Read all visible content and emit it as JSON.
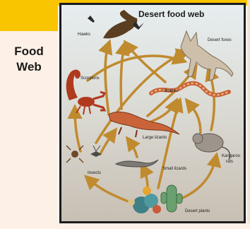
{
  "sidebar": {
    "title_line1": "Food",
    "title_line2": "Web"
  },
  "diagram": {
    "title": "Desert food web",
    "labels": {
      "hawks": "Hawks",
      "desert_foxes": "Desert foxes",
      "scorpions": "Scorpions",
      "snakes": "Snakes",
      "large_lizards": "Large lizards",
      "insects": "Insects",
      "small_lizards": "Small lizards",
      "kangaroo_rats_line1": "Kangaroo",
      "kangaroo_rats_line2": "rats",
      "desert_plants": "Desert plants"
    }
  },
  "colors": {
    "accent_yellow": "#f9c400",
    "panel_bg": "#fdf0e6",
    "frame": "#1b1b1b",
    "sky": "#e4ecee",
    "sand": "#cfc7bd",
    "arrow": "#c08a2e"
  }
}
